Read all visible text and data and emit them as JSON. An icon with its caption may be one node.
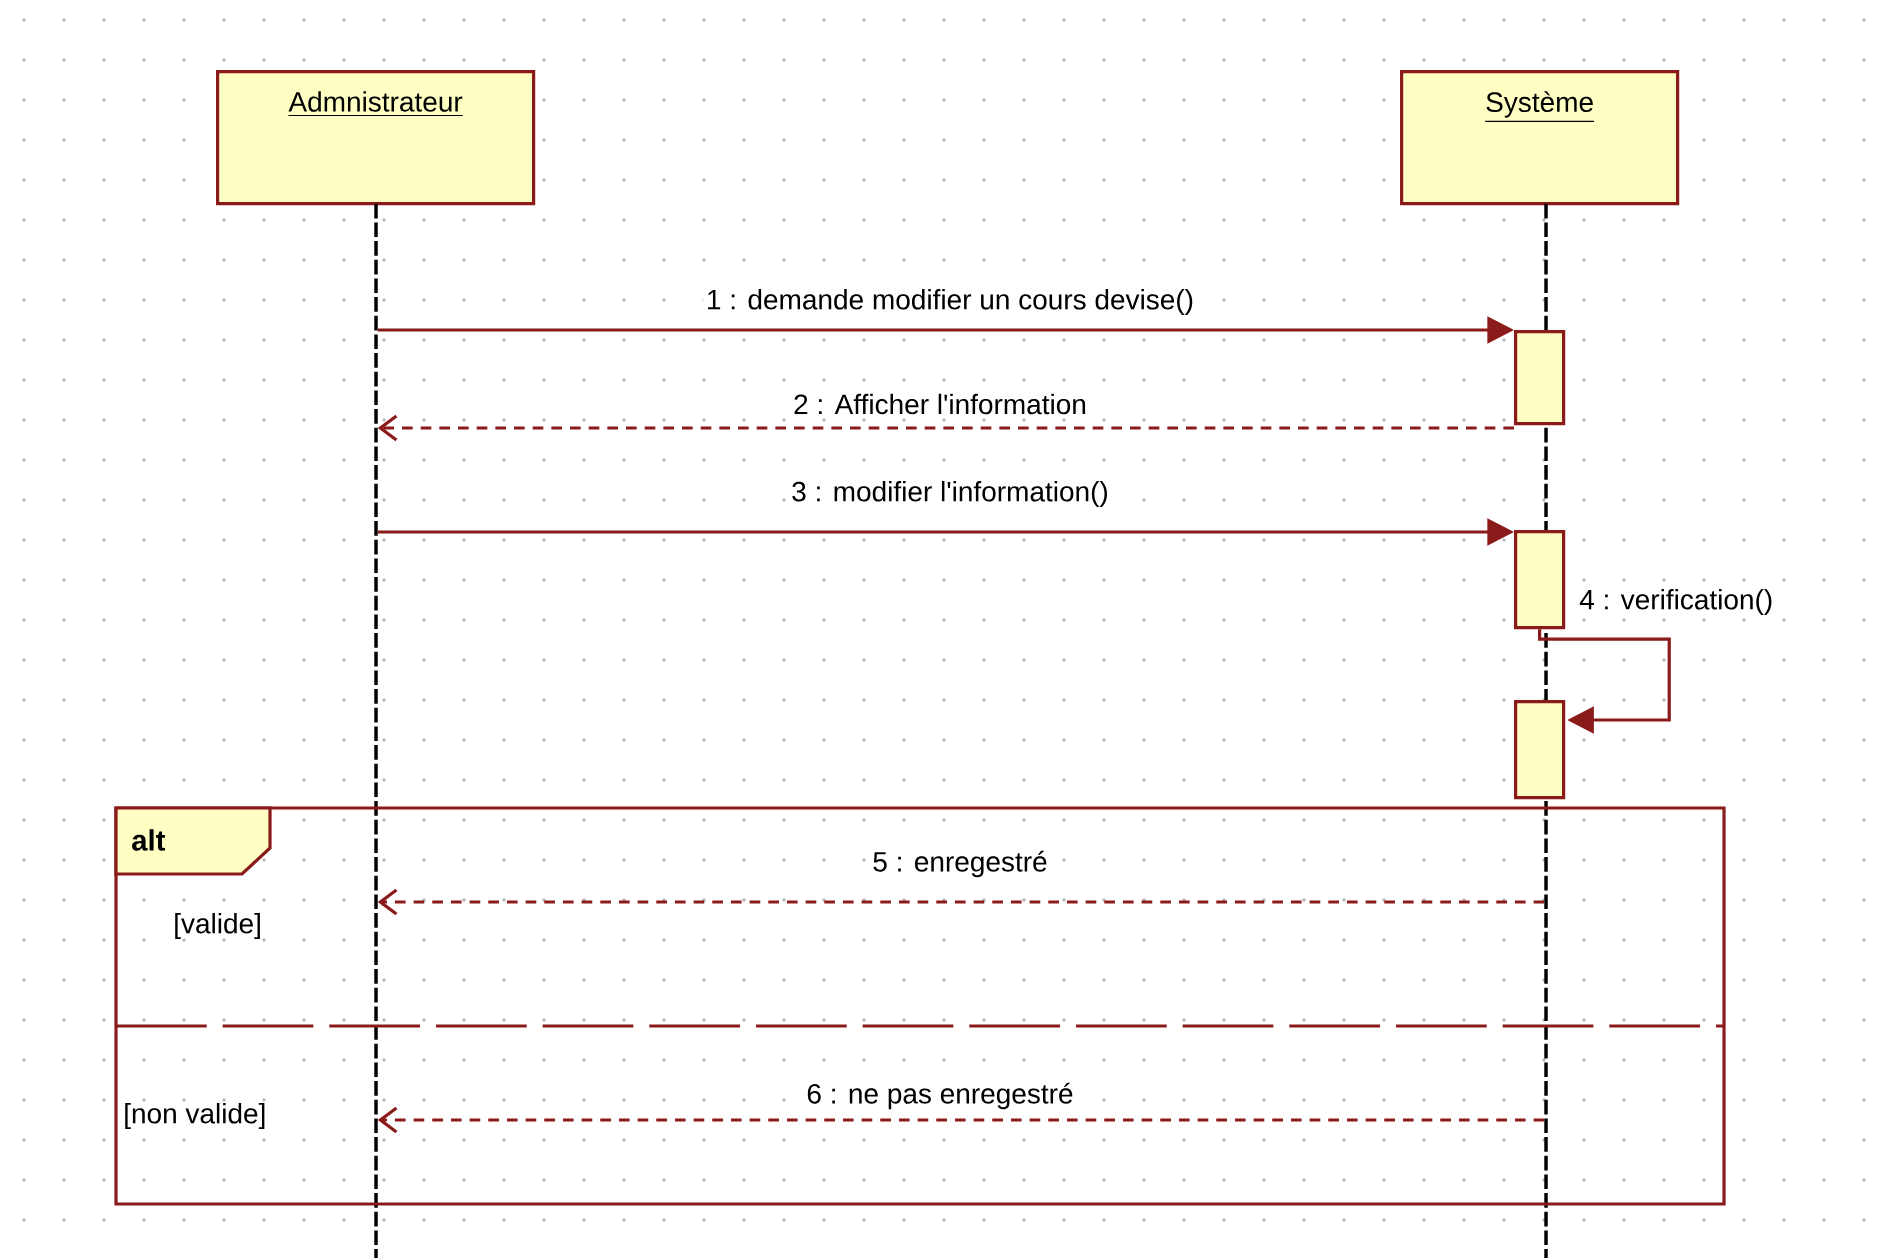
{
  "diagram": {
    "nodes": [
      {
        "text": [
          "Admnistrateur"
        ]
      },
      {
        "text": [
          "Système"
        ]
      },
      {
        "text": [],
        "shape": "line"
      },
      {
        "text": [],
        "shape": "line"
      },
      {
        "text": [],
        "shape": "bar"
      },
      {
        "text": [],
        "shape": "bar"
      },
      {
        "text": [],
        "shape": "bar"
      },
      {
        "text": [
          "alt"
        ]
      }
    ],
    "labels": [
      "[valide]",
      "[non valide]"
    ],
    "edges": [
      {
        "from": 2,
        "to": 4,
        "arrow": "to",
        "label": "1 : demande modifier un cours devise()"
      },
      {
        "from": 4,
        "to": 2,
        "arrow": "to",
        "label": "2 : Afficher l'information",
        "style": "dashed"
      },
      {
        "from": 2,
        "to": 5,
        "arrow": "to",
        "label": "3 : modifier l'information()"
      },
      {
        "from": 5,
        "to": 6,
        "arrow": "to",
        "label": "4 : verification()"
      },
      {
        "from": 3,
        "to": 2,
        "arrow": "to",
        "label": "5 : enregestré",
        "style": "dashed"
      },
      {
        "from": 3,
        "to": 2,
        "arrow": "to",
        "label": "6 : ne pas enregestré",
        "style": "dashed"
      }
    ]
  }
}
